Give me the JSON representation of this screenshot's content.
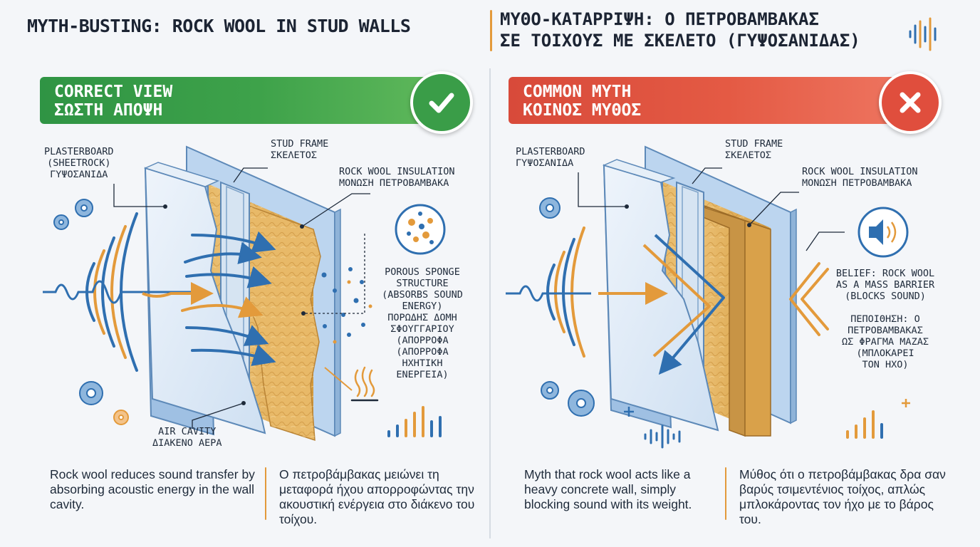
{
  "header": {
    "title_en": "MYTH-BUSTING: ROCK WOOL IN STUD WALLS",
    "title_gr_line1": "ΜΥΘΟ-ΚΑΤΑΡΡΙΨΗ: Ο ΠΕΤΡΟΒΑΜΒΑΚΑΣ",
    "title_gr_line2": "ΣΕ ΤΟΙΧΟΥΣ ΜΕ ΣΚΕΛΕΤΟ (ΓΥΨΟΣΑΝΙΔΑΣ)"
  },
  "left": {
    "banner_en": "CORRECT VIEW",
    "banner_gr": "ΣΩΣΤΗ ΑΠΟΨΗ",
    "badge_icon": "checkmark-icon",
    "color": "#3a9d48",
    "labels": {
      "plasterboard": [
        "PLASTERBOARD",
        "(SHEETROCK)",
        "ΓΥΨΟΣΑΝΙΔΑ"
      ],
      "stud_frame": [
        "STUD FRAME",
        "ΣΚΕΛΕΤΟΣ"
      ],
      "rock_wool": [
        "ROCK WOOL INSULATION",
        "ΜΟΝΩΣΗ ΠΕΤΡΟΒΑΜΒΑΚΑ"
      ],
      "porous": [
        "POROUS SPONGE",
        "STRUCTURE",
        "(ABSORBS SOUND",
        "ENERGY)",
        "ΠΟΡΩΔΗΣ ΔΟΜΗ",
        "ΣΦΟΥΓΓΑΡΙΟΥ",
        "(ΑΠΟΡΡΟΦΑ",
        "(ΑΠΟΡΡΟΦΑ",
        "ΗΧΗΤΙΚΗ",
        "ΕΝΕΡΓΕΙΑ)"
      ],
      "air_cavity": [
        "AIR CAVITY",
        "ΔΙΑΚΕΝΟ ΑΕΡΑ"
      ]
    },
    "desc_en": "Rock wool reduces sound transfer by absorbing acoustic energy in the wall cavity.",
    "desc_gr": "Ο πετροβάμβακας μειώνει τη μεταφορά ήχου απορροφώντας την ακουστική ενέργεια στο διάκενο του τοίχου."
  },
  "right": {
    "banner_en": "COMMON MYTH",
    "banner_gr": "ΚΟΙΝΟΣ ΜΥΘΟΣ",
    "badge_icon": "cross-icon",
    "color": "#e04e3d",
    "labels": {
      "plasterboard": [
        "PLASTERBOARD",
        "ΓΥΨΟΣΑΝΙΔΑ"
      ],
      "stud_frame": [
        "STUD FRAME",
        "ΣΚΕΛΕΤΟΣ"
      ],
      "rock_wool": [
        "ROCK WOOL INSULATION",
        "ΜΟΝΩΣΗ ΠΕΤΡΟΒΑΜΒΑΚΑ"
      ],
      "belief_en": [
        "BELIEF: ROCK WOOL",
        "AS A MASS BARRIER",
        "(BLOCKS SOUND)"
      ],
      "belief_gr": [
        "ΠΕΠΟΙΘΗΣΗ: Ο",
        "ΠΕΤΡΟΒΑΜΒΑΚΑΣ",
        "ΩΣ ΦΡΑΓΜΑ ΜΑΖΑΣ",
        "(ΜΠΛΟΚΑΡΕΙ",
        "ΤΟΝ ΗΧΟ)"
      ]
    },
    "desc_en": "Myth that rock wool acts like a heavy concrete wall, simply blocking sound with its weight.",
    "desc_gr": "Μύθος ότι ο πετροβάμβακας δρα σαν βαρύς τσιμεντένιος τοίχος, απλώς μπλοκάροντας τον ήχο με το βάρος του."
  },
  "colors": {
    "blue": "#2f6fb0",
    "orange": "#e39a3b",
    "wool": "#e0b05a",
    "board": "#dbe8f5"
  }
}
